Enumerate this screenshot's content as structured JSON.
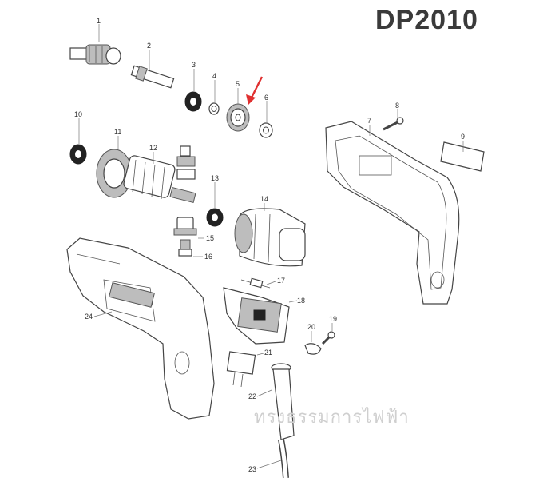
{
  "title": "DP2010",
  "watermark": "ทรงธรรมการไฟฟ้า",
  "callouts": [
    "1",
    "2",
    "3",
    "4",
    "5",
    "6",
    "7",
    "8",
    "9",
    "10",
    "11",
    "12",
    "13",
    "14",
    "15",
    "16",
    "17",
    "18",
    "19",
    "20",
    "21",
    "22",
    "23",
    "24"
  ],
  "colors": {
    "title": "#3a3a3a",
    "arrow": "#e03030",
    "ink": "#444444"
  }
}
